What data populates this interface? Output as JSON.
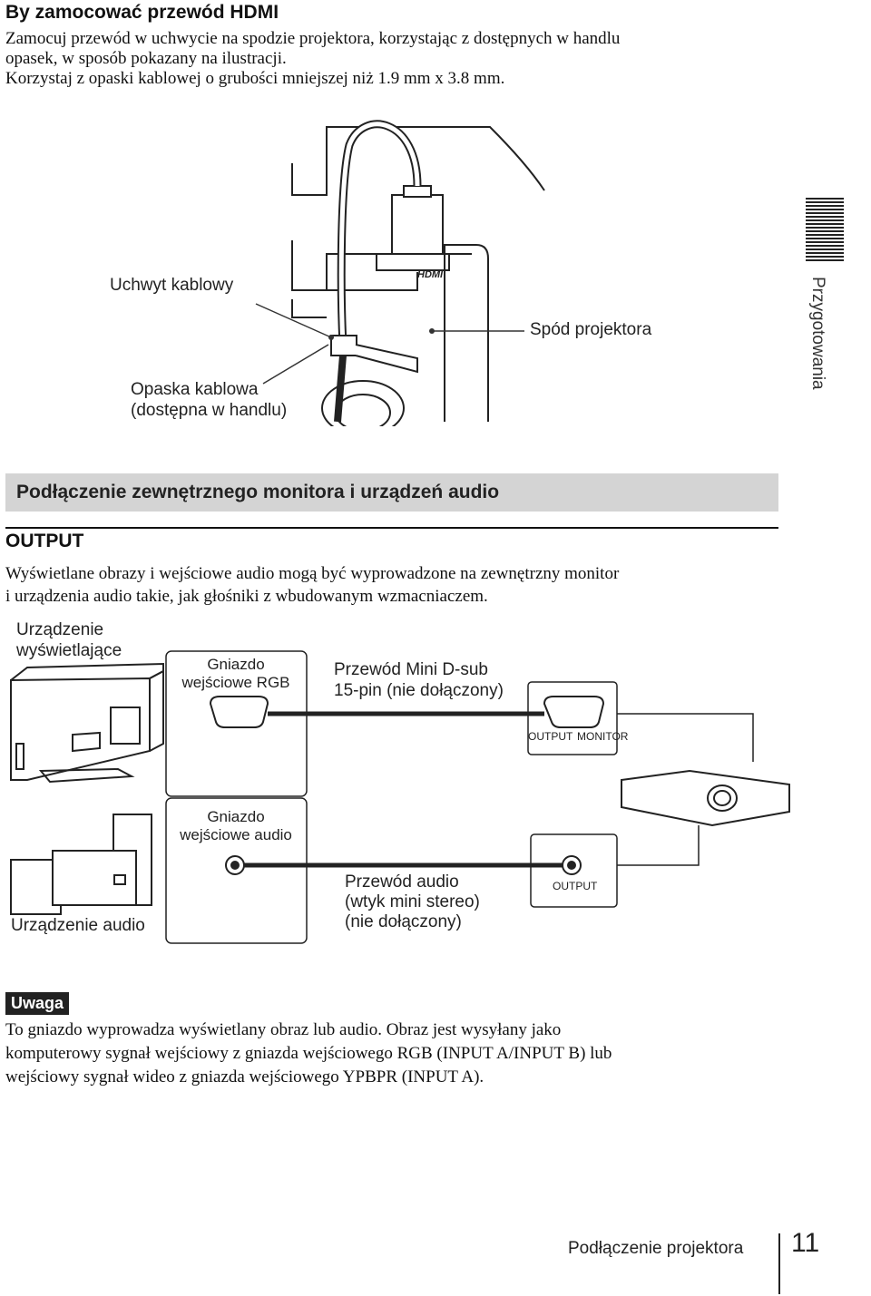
{
  "heading": "By zamocować przewód HDMI",
  "intro": {
    "line1": "Zamocuj przewód w uchwycie na spodzie projektora, korzystając z dostępnych w handlu",
    "line2": "opasek, w sposób pokazany na ilustracji.",
    "line3": "Korzystaj z opaski kablowej o grubości mniejszej niż 1.9 mm x 3.8 mm."
  },
  "figure1": {
    "holder_label": "Uchwyt kablowy",
    "tie_label_line1": "Opaska kablowa",
    "tie_label_line2": "(dostępna w handlu)",
    "underside_label": "Spód projektora",
    "hdmi_logo": "HDMI"
  },
  "sidebar": {
    "label": "Przygotowania"
  },
  "section": {
    "title": "Podłączenie zewnętrznego monitora i urządzeń audio"
  },
  "output": {
    "heading": "OUTPUT",
    "text_line1": "Wyświetlane obrazy i wejściowe audio mogą być wyprowadzone na zewnętrzny monitor",
    "text_line2": "i urządzenia audio takie, jak głośniki z wbudowanym wzmacniaczem."
  },
  "figure2": {
    "display_line1": "Urządzenie",
    "display_line2": "wyświetlające",
    "rgb_in_line1": "Gniazdo",
    "rgb_in_line2": "wejściowe RGB",
    "cable_line1": "Przewód Mini D-sub",
    "cable_line2": "15-pin (nie dołączony)",
    "port_output": "OUTPUT",
    "port_monitor": "MONITOR",
    "audio_in_line1": "Gniazdo",
    "audio_in_line2": "wejściowe audio",
    "audio_device": "Urządzenie audio",
    "audio_cable_line1": "Przewód audio",
    "audio_cable_line2": "(wtyk mini stereo)",
    "audio_cable_line3": "(nie dołączony)",
    "audio_output": "OUTPUT"
  },
  "note": {
    "badge": "Uwaga",
    "line1": "To gniazdo wyprowadza wyświetlany obraz lub audio. Obraz jest wysyłany jako",
    "line2": "komputerowy sygnał wejściowy z gniazda wejściowego RGB (INPUT A/INPUT B) lub",
    "line3": "wejściowy sygnał wideo z gniazda wejściowego YPBPR (INPUT A)."
  },
  "footer": {
    "section": "Podłączenie projektora",
    "page": "11"
  }
}
